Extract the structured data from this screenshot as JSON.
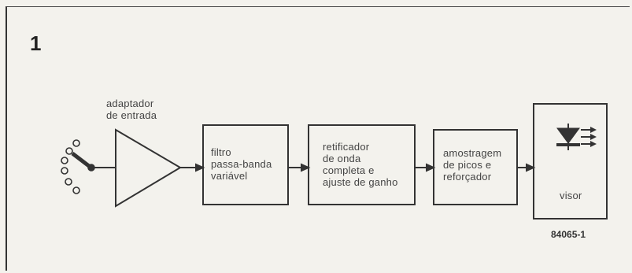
{
  "figure": {
    "number": "1",
    "id": "84065-1"
  },
  "blocks": {
    "input_adapter": {
      "lines": [
        "adaptador",
        "de entrada"
      ]
    },
    "filter": {
      "lines": [
        "filtro",
        "passa-banda",
        "variável"
      ]
    },
    "rectifier": {
      "lines": [
        "retificador",
        "de onda",
        "completa e",
        "ajuste de ganho"
      ]
    },
    "peak": {
      "lines": [
        "amostragem",
        "de picos e",
        "reforçador"
      ]
    },
    "display": {
      "lines": [
        "visor"
      ]
    }
  },
  "icons": {
    "selector": "rotary-switch-icon",
    "display": "led-icon"
  }
}
